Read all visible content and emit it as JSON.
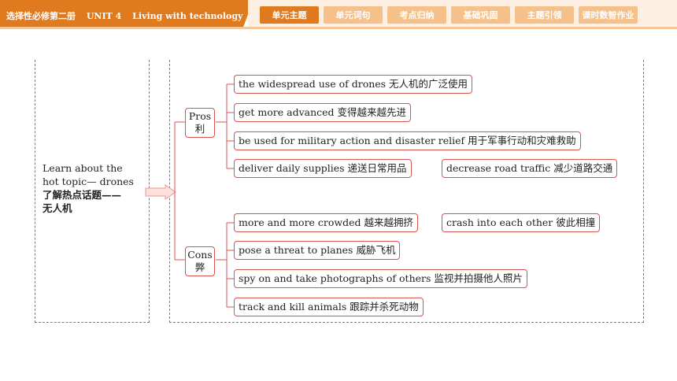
{
  "header": {
    "book_title": "选择性必修第二册",
    "unit": "UNIT 4",
    "unit_title": "Living with technology",
    "tabs": [
      {
        "label": "单元主题",
        "active": true
      },
      {
        "label": "单元词句",
        "active": false
      },
      {
        "label": "考点归纳",
        "active": false
      },
      {
        "label": "基础巩固",
        "active": false
      },
      {
        "label": "主题引领",
        "active": false
      },
      {
        "label": "课时数智作业",
        "active": false
      }
    ],
    "accent_color": "#e07a1f",
    "tab_color": "#f5c089"
  },
  "topic": {
    "line1": "Learn about the",
    "line2": "hot topic— drones",
    "line3": "了解热点话题——",
    "line4": "无人机"
  },
  "pros": {
    "label_en": "Pros",
    "label_zh": "利",
    "items": [
      "the widespread use of drones 无人机的广泛使用",
      "get more advanced 变得越来越先进",
      "be used for military action and disaster relief 用于军事行动和灾难救助",
      "deliver daily supplies 递送日常用品",
      "decrease road traffic 减少道路交通"
    ]
  },
  "cons": {
    "label_en": "Cons",
    "label_zh": "弊",
    "items": [
      "more and more crowded 越来越拥挤",
      "crash into each other 彼此相撞",
      "pose a threat to planes 威胁飞机",
      "spy on and take photographs of others 监视并拍摄他人照片",
      "track and kill animals 跟踪并杀死动物"
    ]
  },
  "box_border_color": "#d9534f"
}
